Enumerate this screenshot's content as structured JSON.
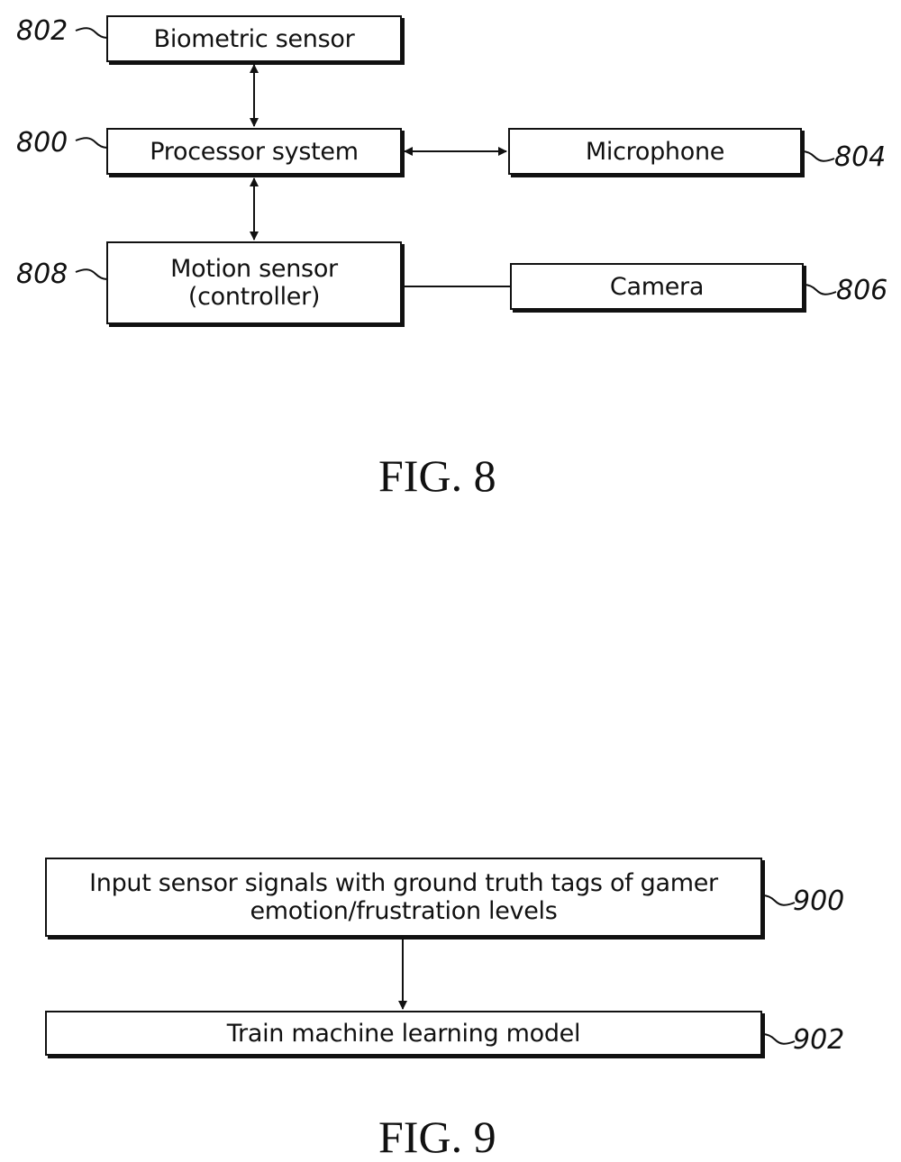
{
  "fig8": {
    "caption": "FIG. 8",
    "boxes": {
      "biometric": {
        "ref": "802",
        "label": "Biometric sensor"
      },
      "processor": {
        "ref": "800",
        "label": "Processor system"
      },
      "microphone": {
        "ref": "804",
        "label": "Microphone"
      },
      "motion": {
        "ref": "808",
        "line1": "Motion sensor",
        "line2": "(controller)"
      },
      "camera": {
        "ref": "806",
        "label": "Camera"
      }
    }
  },
  "fig9": {
    "caption": "FIG. 9",
    "boxes": {
      "input": {
        "ref": "900",
        "line1": "Input sensor signals with ground truth tags of gamer",
        "line2": "emotion/frustration levels"
      },
      "train": {
        "ref": "902",
        "label": "Train machine learning model"
      }
    }
  }
}
